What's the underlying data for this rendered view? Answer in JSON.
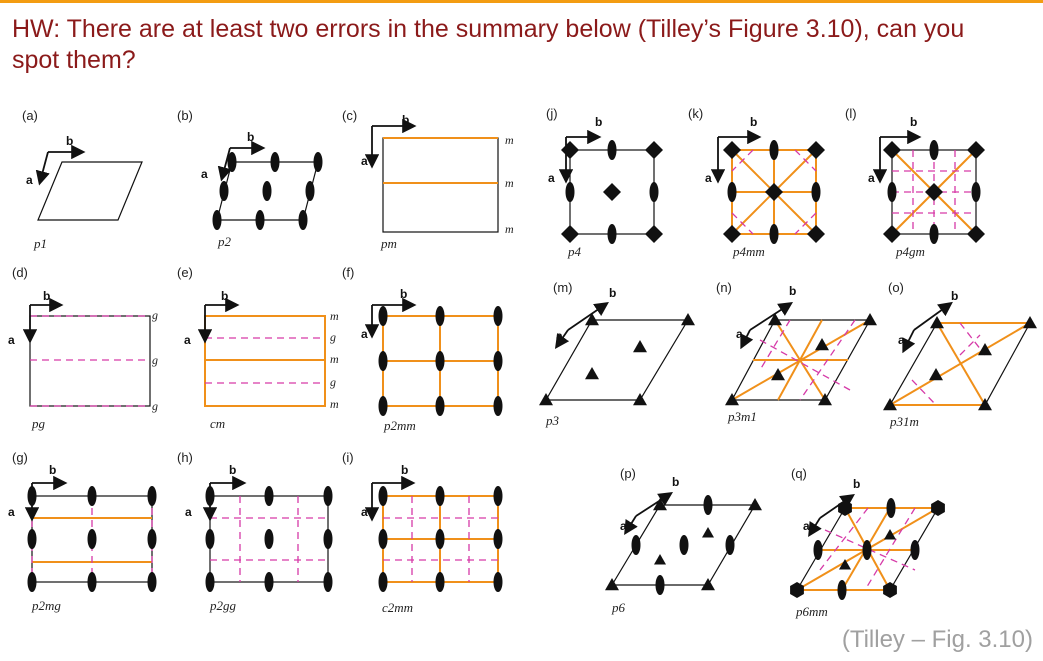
{
  "slide": {
    "title": "HW: There are at least two errors in the summary below (Tilley’s Figure 3.10), can you spot them?",
    "caption": "(Tilley – Fig. 3.10)",
    "colors": {
      "title": "#8b1a1a",
      "accent_bar": "#f39c12",
      "mirror": "#f0901a",
      "glide": "#d63aa8",
      "caption": "#a0a0a0"
    }
  },
  "axis_labels": {
    "a": "a",
    "b": "b"
  },
  "panels": {
    "a": {
      "letter": "(a)",
      "name": "p1"
    },
    "b": {
      "letter": "(b)",
      "name": "p2"
    },
    "c": {
      "letter": "(c)",
      "name": "pm",
      "line_labels": [
        "m",
        "m",
        "m"
      ]
    },
    "d": {
      "letter": "(d)",
      "name": "pg",
      "line_labels": [
        "g",
        "g",
        "g"
      ]
    },
    "e": {
      "letter": "(e)",
      "name": "cm",
      "line_labels": [
        "m",
        "g",
        "m",
        "g",
        "m"
      ]
    },
    "f": {
      "letter": "(f)",
      "name": "p2mm"
    },
    "g": {
      "letter": "(g)",
      "name": "p2mg"
    },
    "h": {
      "letter": "(h)",
      "name": "p2gg"
    },
    "i": {
      "letter": "(i)",
      "name": "c2mm"
    },
    "j": {
      "letter": "(j)",
      "name": "p4"
    },
    "k": {
      "letter": "(k)",
      "name": "p4mm"
    },
    "l": {
      "letter": "(l)",
      "name": "p4gm"
    },
    "m": {
      "letter": "(m)",
      "name": "p3"
    },
    "n": {
      "letter": "(n)",
      "name": "p3m1"
    },
    "o": {
      "letter": "(o)",
      "name": "p31m"
    },
    "p": {
      "letter": "(p)",
      "name": "p6"
    },
    "q": {
      "letter": "(q)",
      "name": "p6mm"
    }
  }
}
